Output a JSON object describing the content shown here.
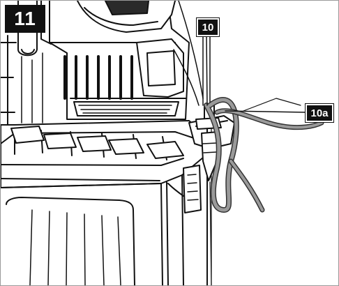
{
  "figure": {
    "step_number": "11",
    "callouts": [
      {
        "id": "10",
        "label": "10"
      },
      {
        "id": "10a",
        "label": "10a"
      }
    ]
  },
  "colors": {
    "ink": "#111111",
    "paper": "#ffffff",
    "hose": "#9a9a9a",
    "hose_outline": "#333333"
  }
}
